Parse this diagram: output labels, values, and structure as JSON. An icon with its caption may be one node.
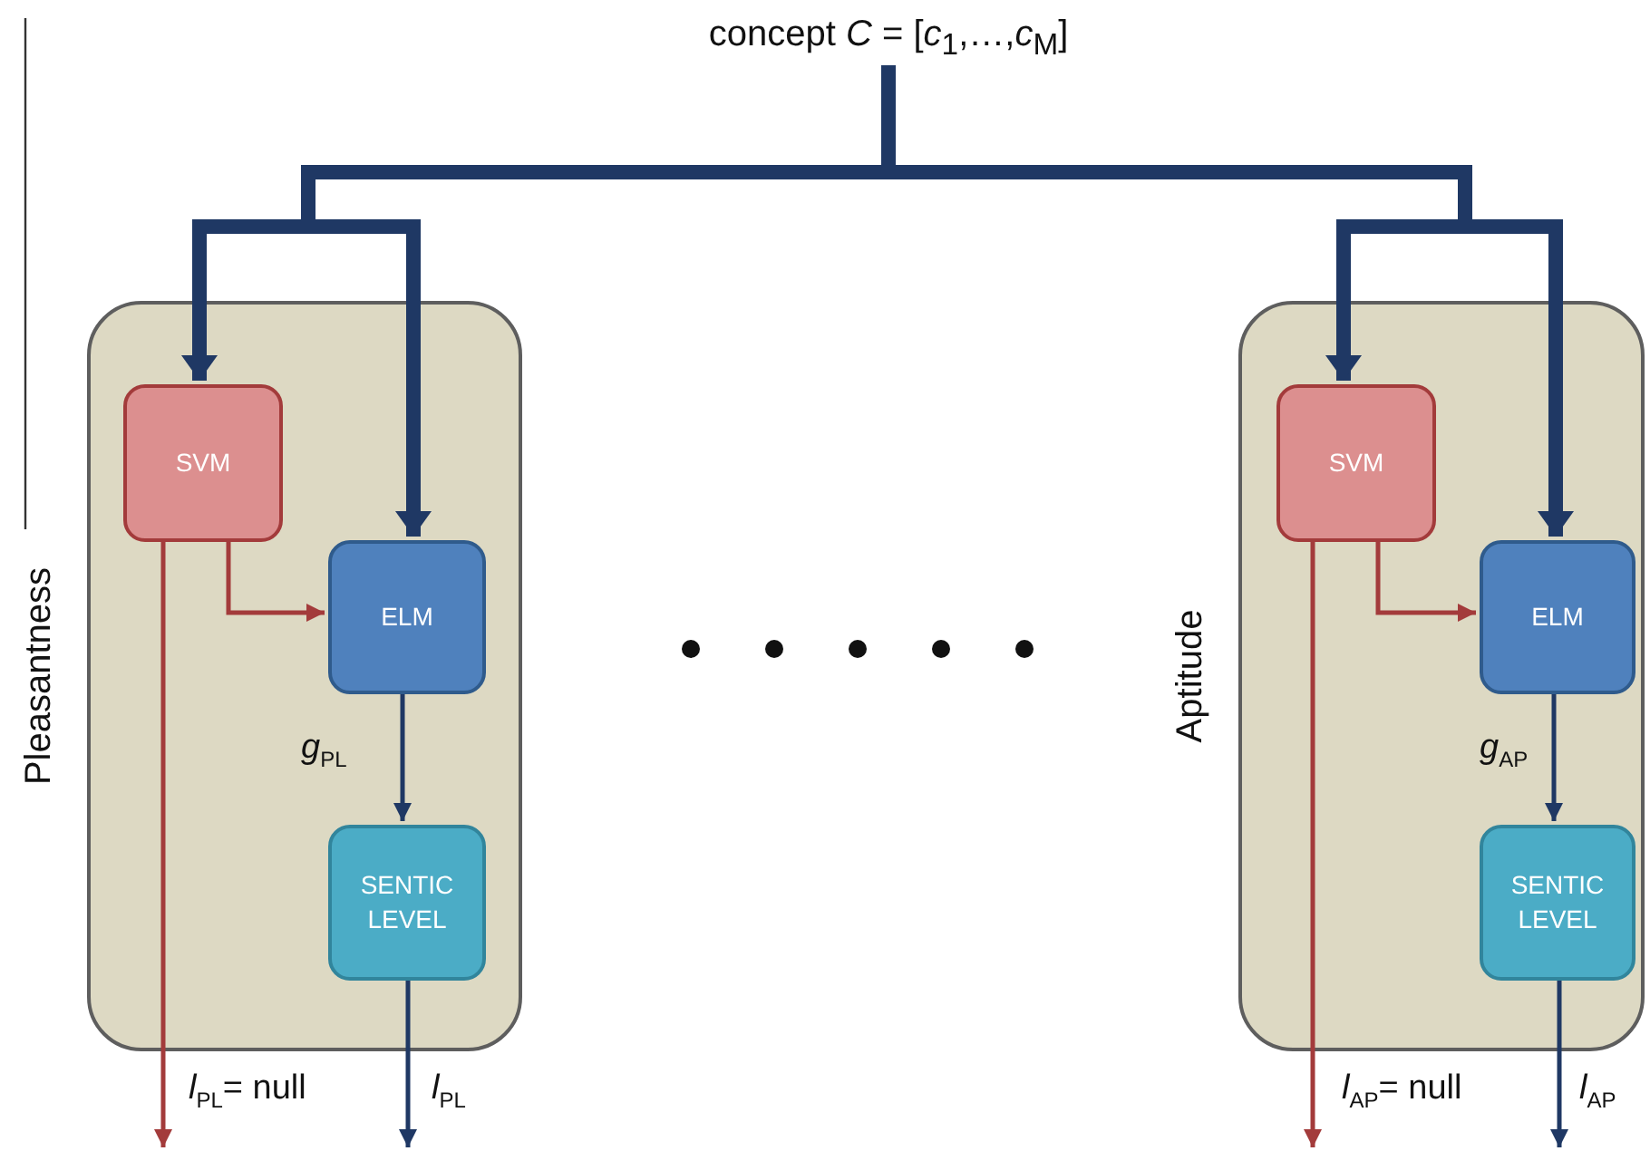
{
  "diagram": {
    "nodes": [
      {
        "text": [
          "concept *C* = [*c*$_{1}$,…,*c*$_{M}$]"
        ]
      },
      {
        "text": [
          "Pleasantness"
        ]
      },
      {
        "text": [
          "SVM"
        ],
        "in": 1
      },
      {
        "text": [
          "ELM"
        ],
        "in": 1
      },
      {
        "text": [
          "SENTIC LEVEL"
        ],
        "in": 1
      },
      {
        "text": [
          "Aptitude"
        ]
      },
      {
        "text": [
          "SVM"
        ],
        "in": 5
      },
      {
        "text": [
          "ELM"
        ],
        "in": 5
      },
      {
        "text": [
          "SENTIC LEVEL"
        ],
        "in": 5
      }
    ],
    "edges": [
      {
        "from": 0,
        "to": 2,
        "arrow": "to",
        "style": "thick"
      },
      {
        "from": 0,
        "to": 3,
        "arrow": "to",
        "style": "thick"
      },
      {
        "from": 0,
        "to": 6,
        "arrow": "to",
        "style": "thick"
      },
      {
        "from": 0,
        "to": 7,
        "arrow": "to",
        "style": "thick"
      },
      {
        "from": 2,
        "to": 3,
        "arrow": "to",
        "color": "#a33b3b"
      },
      {
        "from": 3,
        "to": 4,
        "arrow": "to",
        "label": "*g*$_{PL}$"
      },
      {
        "from": 2,
        "to": null,
        "arrow": "to",
        "label": "*l*$_{PL}$= null",
        "color": "#a33b3b"
      },
      {
        "from": 4,
        "to": null,
        "arrow": "to",
        "label": "*l*$_{PL}$"
      },
      {
        "from": 6,
        "to": 7,
        "arrow": "to",
        "color": "#a33b3b"
      },
      {
        "from": 7,
        "to": 8,
        "arrow": "to",
        "label": "*g*$_{AP}$"
      },
      {
        "from": 6,
        "to": null,
        "arrow": "to",
        "label": "*l*$_{AP}$= null",
        "color": "#a33b3b"
      },
      {
        "from": 8,
        "to": null,
        "arrow": "to",
        "label": "*l*$_{AP}$"
      }
    ]
  }
}
